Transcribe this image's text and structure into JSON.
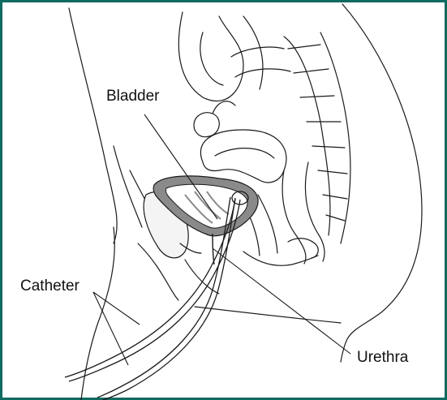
{
  "labels": {
    "bladder": "Bladder",
    "catheter": "Catheter",
    "urethra": "Urethra"
  },
  "colors": {
    "border": "#0f6b5f",
    "line": "#1a1a1a",
    "bladder_wall": "#8a8a8a",
    "bone": "#f4f4f4"
  }
}
